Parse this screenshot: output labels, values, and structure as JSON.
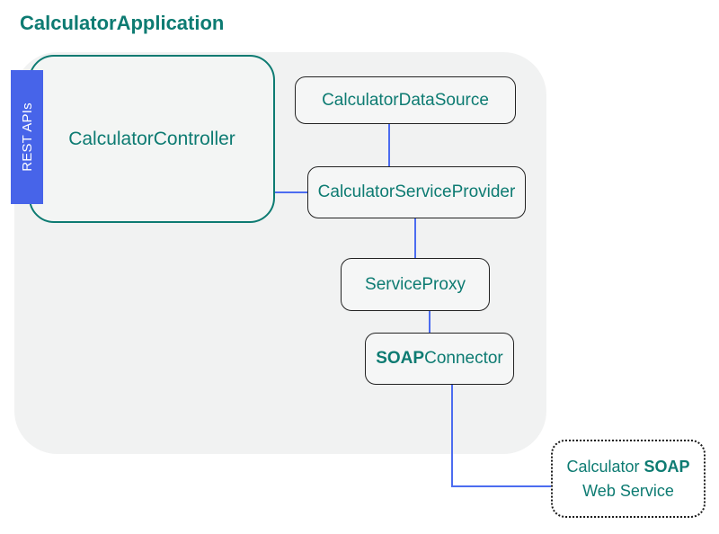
{
  "diagram": {
    "title": "CalculatorApplication",
    "badge": {
      "label": "REST APIs"
    },
    "nodes": {
      "controller": {
        "label": "CalculatorController"
      },
      "data_source": {
        "label": "CalculatorDataSource"
      },
      "service_provider": {
        "label": "CalculatorServiceProvider"
      },
      "service_proxy": {
        "label": "ServiceProxy"
      },
      "soap_connector": {
        "label_bold": "SOAP",
        "label_rest": "Connector"
      },
      "web_service": {
        "line1_text": "Calculator ",
        "line1_bold": "SOAP",
        "line2_text": "Web Service"
      }
    },
    "edges": [
      {
        "from": "CalculatorController",
        "to": "CalculatorServiceProvider"
      },
      {
        "from": "CalculatorDataSource",
        "to": "CalculatorServiceProvider"
      },
      {
        "from": "CalculatorServiceProvider",
        "to": "ServiceProxy"
      },
      {
        "from": "ServiceProxy",
        "to": "SOAPConnector"
      },
      {
        "from": "SOAPConnector",
        "to": "Calculator SOAP Web Service"
      }
    ],
    "colors": {
      "teal": "#0d7b72",
      "node_border": "#232323",
      "connector_blue": "#4c6cf0",
      "badge_blue": "#4764e9",
      "container_fill": "#f1f2f2",
      "node_fill": "#f5f6f6"
    }
  }
}
